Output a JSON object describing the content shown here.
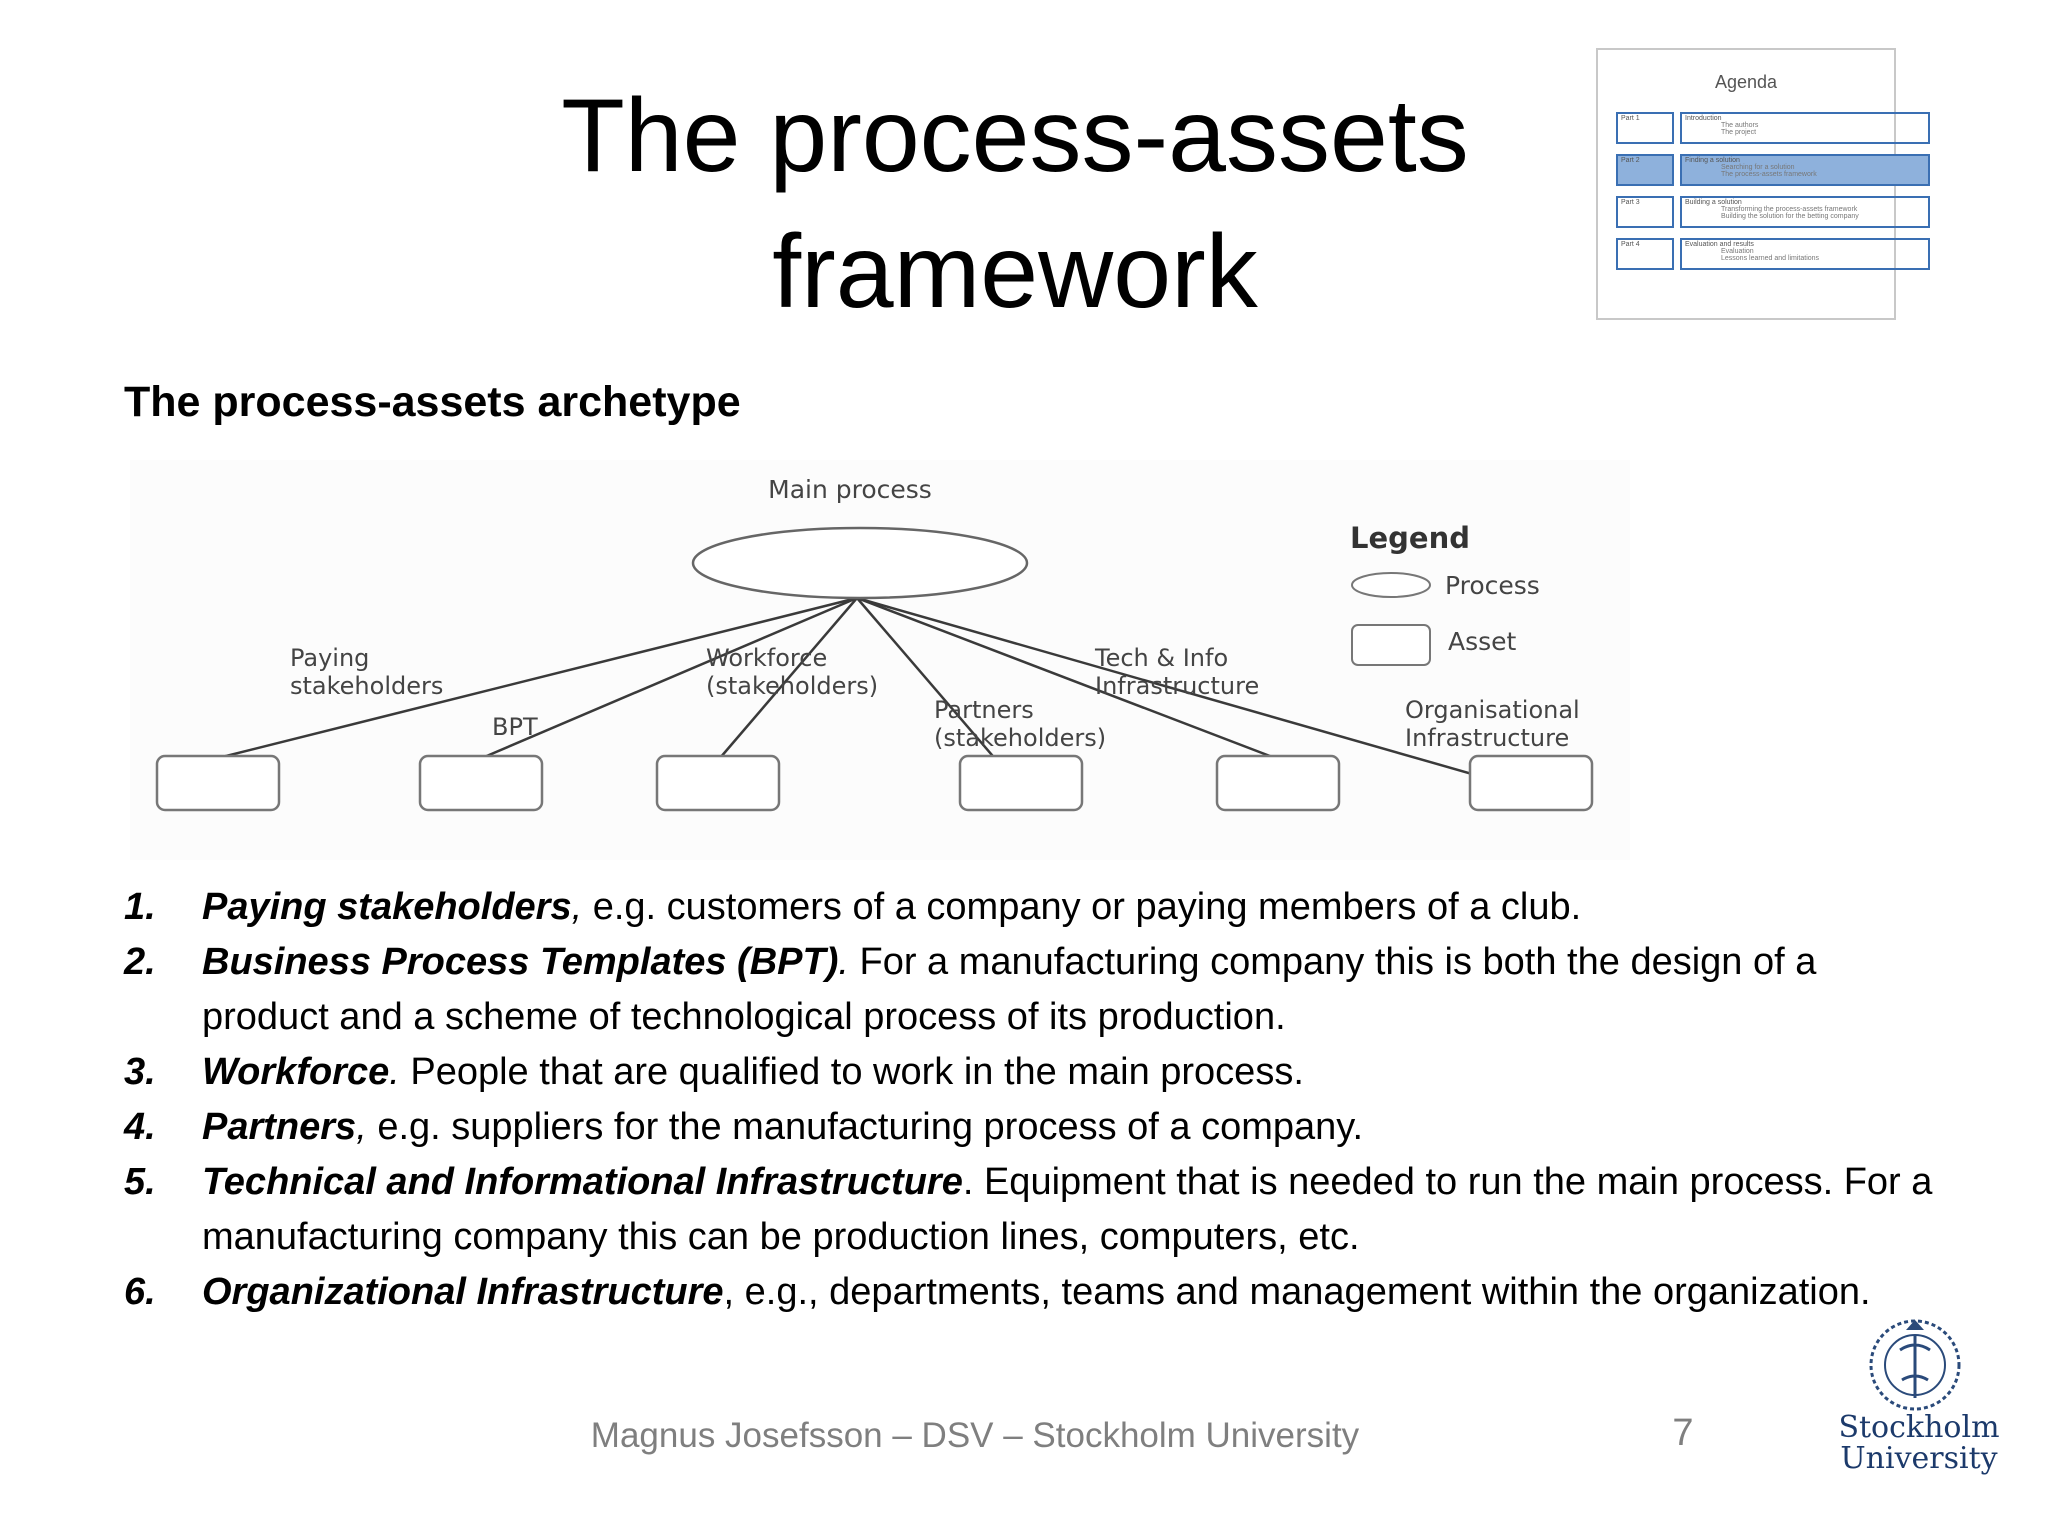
{
  "slide": {
    "title_line1": "The process-assets",
    "title_line2": "framework",
    "subtitle": "The process-assets archetype",
    "footer": "Magnus Josefsson – DSV – Stockholm University",
    "page_number": "7"
  },
  "agenda": {
    "title": "Agenda",
    "rows": [
      {
        "part": "Part 1",
        "heading": "Introduction",
        "items": [
          "The authors",
          "The project"
        ],
        "active": false
      },
      {
        "part": "Part 2",
        "heading": "Finding a solution",
        "items": [
          "Searching for a solution",
          "The process-assets framework"
        ],
        "active": true
      },
      {
        "part": "Part 3",
        "heading": "Building a solution",
        "items": [
          "Transforming the process-assets framework",
          "Building the solution for the betting company"
        ],
        "active": false
      },
      {
        "part": "Part 4",
        "heading": "Evaluation and results",
        "items": [
          "Evaluation",
          "Lessons learned and limitations"
        ],
        "active": false
      }
    ]
  },
  "diagram": {
    "root_label": "Main process",
    "legend_title": "Legend",
    "legend_process": "Process",
    "legend_asset": "Asset",
    "labels": {
      "paying_1": "Paying",
      "paying_2": "stakeholders",
      "bpt": "BPT",
      "workforce_1": "Workforce",
      "workforce_2": "(stakeholders)",
      "partners_1": "Partners",
      "partners_2": "(stakeholders)",
      "tech_1": "Tech & Info",
      "tech_2": "Infrastructure",
      "org_1": "Organisational",
      "org_2": "Infrastructure"
    }
  },
  "items": [
    {
      "num": "1.",
      "term": "Paying stakeholders",
      "punct": ",",
      "rest": " e.g. customers of a company or paying members of a club."
    },
    {
      "num": "2.",
      "term": "Business Process Templates (BPT)",
      "punct": ".",
      "rest": " For a manufacturing company this is both the design of a product and a scheme of technological process of its production."
    },
    {
      "num": "3.",
      "term": "Workforce",
      "punct": ".",
      "rest": " People that are qualified to work in the main process."
    },
    {
      "num": "4.",
      "term": "Partners",
      "punct": ",",
      "rest": " e.g. suppliers for the manufacturing process of a company."
    },
    {
      "num": "5.",
      "term": "Technical and Informational Infrastructure",
      "punct": ".",
      "rest": " Equipment that is needed to run the main process. For a manufacturing company this can be production lines, computers, etc."
    },
    {
      "num": "6.",
      "term": "Organizational Infrastructure",
      "punct": ",",
      "rest": " e.g., departments, teams and management within the organization."
    }
  ],
  "logo": {
    "line1": "Stockholm",
    "line2": "University"
  }
}
